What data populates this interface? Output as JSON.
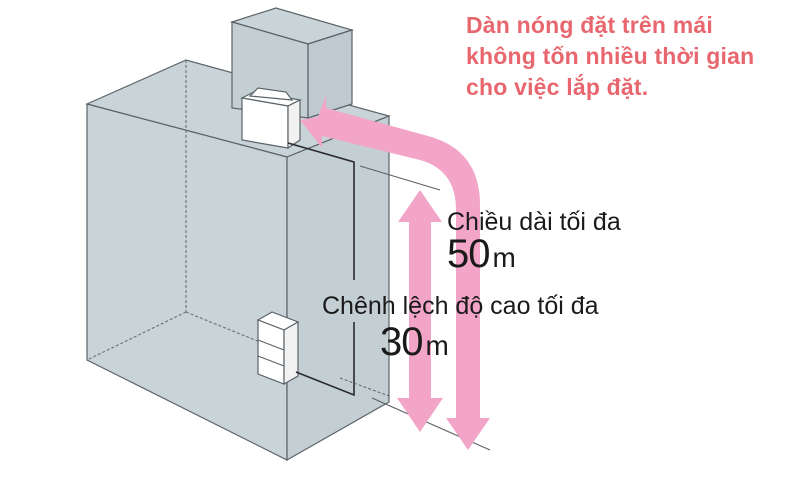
{
  "headline": {
    "lines": [
      "Dàn nóng đặt trên mái",
      "không tốn nhiều thời gian",
      "cho việc lắp đặt."
    ],
    "color": "#e8676f"
  },
  "annotations": {
    "max_length": {
      "label": "Chiều dài tối đa",
      "value": "50",
      "unit": "m"
    },
    "max_height_difference": {
      "label": "Chênh lệch độ cao tối đa",
      "value": "30",
      "unit": "m"
    }
  },
  "colors": {
    "building_fill": "#c9d4d9",
    "building_stroke": "#5a6368",
    "arrow_pink": "#f3a5c8",
    "unit_fill": "#ffffff",
    "pipe": "#2a2a2a"
  },
  "diagram_elements": [
    "building",
    "rooftop-structure",
    "outdoor-unit",
    "indoor-unit",
    "refrigerant-pipe",
    "max-length-arrow",
    "height-difference-arrow"
  ]
}
